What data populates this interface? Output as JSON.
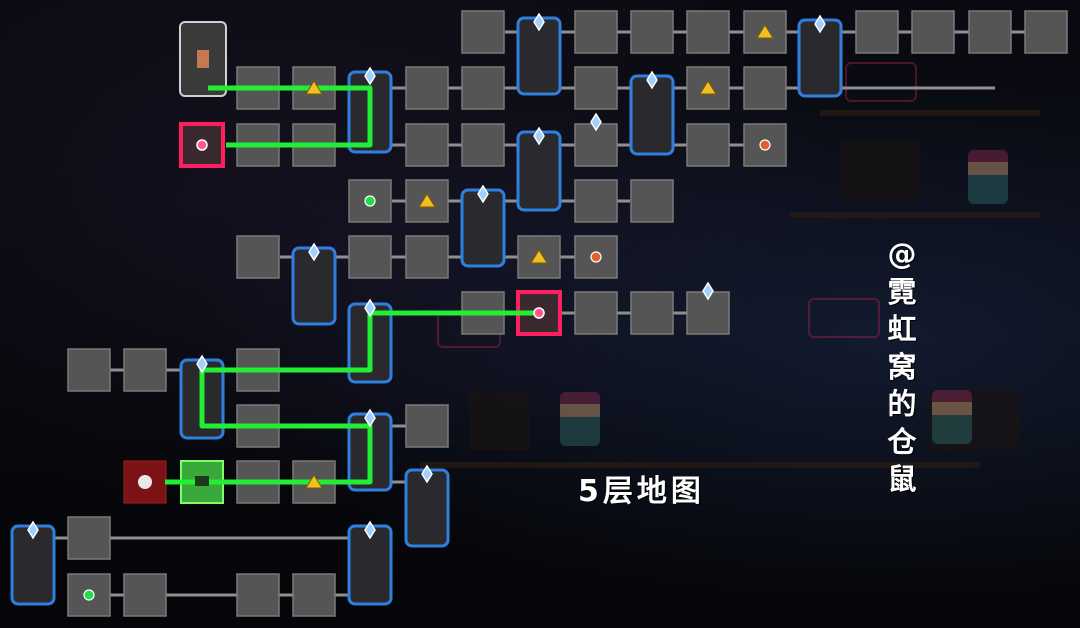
{
  "floor_caption": "5层地图",
  "watermark_chars": [
    "@",
    "霓",
    "虹",
    "窝",
    "的",
    "仓",
    "鼠"
  ],
  "colors": {
    "room_fill": "#555555",
    "room_border": "#7a7a7a",
    "connector": "#8f8f8f",
    "tall_room_fill": "#2a2a2e",
    "tall_room_border": "#2f7fe0",
    "visited_path": "#22ee33",
    "current_room_border": "#ff1e5e",
    "boss_room": "#7a1216",
    "start_room": "#3aa83a",
    "gem": "#9fd0ff",
    "triangle": "#f0c020",
    "orb": "#e06030",
    "green_orb": "#22dd44"
  },
  "icons": {
    "gem": "crystal-gem-icon",
    "triangle": "treasure-triangle-icon",
    "orb": "shop-orb-icon",
    "green_orb": "green-orb-icon",
    "boss": "boss-skull-icon",
    "start": "start-chest-icon",
    "elevator": "elevator-exit-icon",
    "current": "current-position-icon"
  }
}
